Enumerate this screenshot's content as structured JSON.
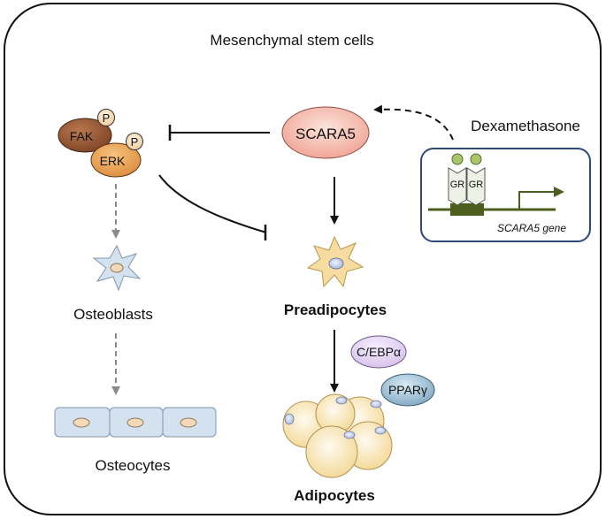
{
  "title": "Mesenchymal stem cells",
  "nodes": {
    "fak": "FAK",
    "erk": "ERK",
    "phospho": "P",
    "scara5": "SCARA5",
    "dexamethasone": "Dexamethasone",
    "gr": "GR",
    "gene": "SCARA5 gene",
    "osteoblasts": "Osteoblasts",
    "osteocytes": "Osteocytes",
    "preadipocytes": "Preadipocytes",
    "cebpa": "C/EBPα",
    "pparg": "PPARγ",
    "adipocytes": "Adipocytes"
  },
  "colors": {
    "fak": "#9b5a3a",
    "erk": "#e7a055",
    "scara5": "#f2b4a6",
    "cebpa": "#e3d2f0",
    "pparg": "#9dbdd2",
    "osteo_cell": "#d4e2f0",
    "preadipocyte": "#f6dca0",
    "adipocyte": "#fbeec8",
    "gene_box_border": "#2b4a78",
    "gene_line": "#4b5e1e",
    "receptor_dot": "#a9c66b"
  }
}
